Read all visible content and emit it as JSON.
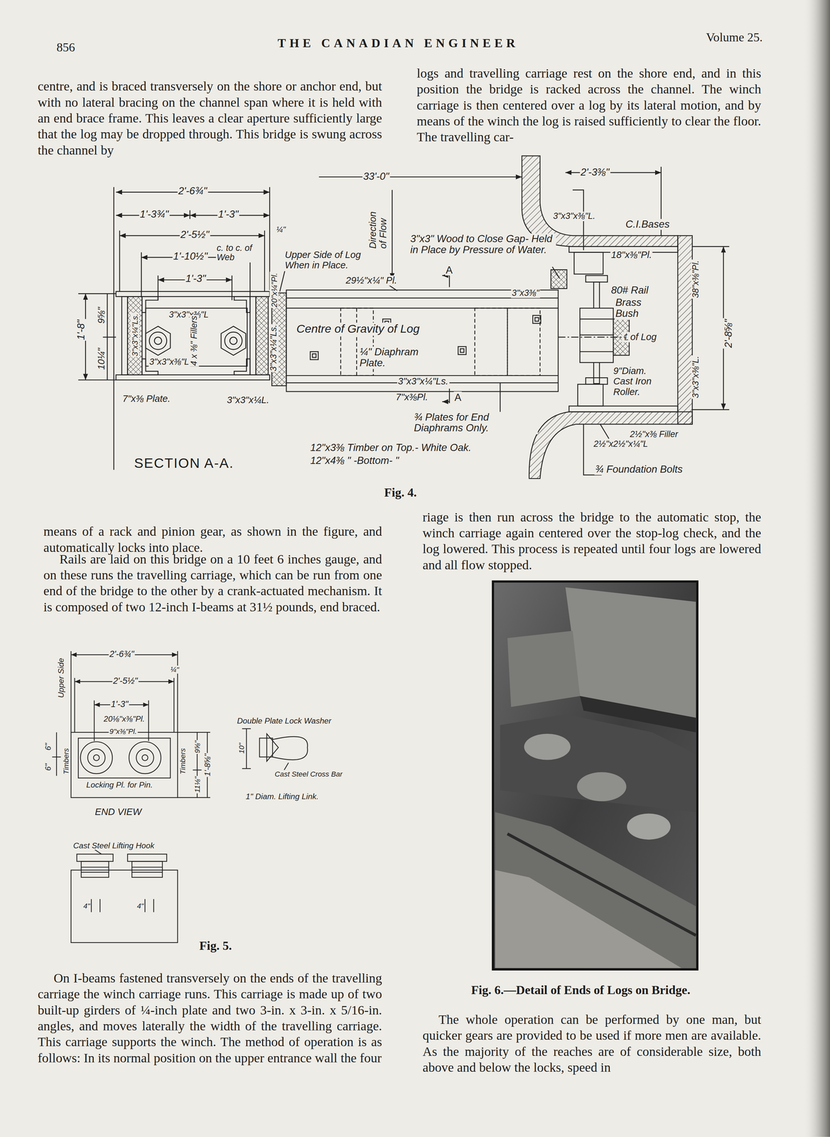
{
  "diagram": {
    "title": "THE CANADIAN ENGINEER",
    "labels": [
      "856",
      "Volume 25.",
      "centre, and is braced transversely on the shore or anchor end, but with no lateral bracing on the channel span where it is held with an end brace frame. This leaves a clear aperture sufficiently large that the log may be dropped through. This bridge is swung across the channel by",
      "logs and travelling carriage rest on the shore end, and in this position the bridge is racked across the channel. The winch carriage is then centered over a log by its lateral motion, and by means of the winch the log is raised sufficiently to clear the floor. The travelling car-",
      "means of a rack and pinion gear, as shown in the figure, and automatically locks into place.",
      "Rails are laid on this bridge on a 10 feet 6 inches gauge, and on these runs the travelling carriage, which can be run from one end of the bridge to the other by a crank-actuated mechanism. It is composed of two 12-inch I-beams at 31½ pounds, end braced.",
      "riage is then run across the bridge to the automatic stop, the winch carriage again centered over the stop-log check, and the log lowered. This process is repeated until four logs are lowered and all flow stopped.",
      "Fig. 4.",
      "Fig. 5.",
      "Fig. 6.—Detail of Ends of Logs on Bridge.",
      "On I-beams fastened transversely on the ends of the travelling carriage the winch carriage runs. This carriage is made up of two built-up girders of ¼-inch plate and two 3-in. x 3-in. x 5/16-in. angles, and moves laterally the width of the travelling carriage. This carriage supports the winch. The method of operation is as follows: In its normal position on the upper entrance wall the four",
      "The whole operation can be performed by one man, but quicker gears are provided to be used if more men are available. As the majority of the reaches are of considerable size, both above and below the locks, speed in",
      "2'-6¾\"",
      "1'-3¾\"",
      "1'-3\"",
      "2'-5½\"",
      "1'-10½\"",
      "c. to c. of Web",
      "1'-3\"",
      "3\"x3\"x⅜\"L",
      "4 x ⅜\" Fillers",
      "9⅝\"",
      "1'-8\"",
      "10¼\"",
      "3\"x3\"x¼\"Ls.",
      "3\"x3\"x⅜\"L",
      "7\"x⅜ Plate.",
      "3\"x3\"x¼L.",
      "¼\"",
      "3\"x3\"x¼\"Ls.",
      "20\"x¼\"Pl.",
      "Upper Side of Log When in Place.",
      "Direction of Flow",
      "33'-0\"",
      "3\"x3\" Wood to Close Gap- Held in Place by Pressure of Water.",
      "29½\"x¼\" Pl.",
      "A",
      "A",
      "3\"x3⅜\"",
      "Centre of Gravity of Log",
      "¼\" Diaphram Plate.",
      "3\"x3\"x¼\"Ls.",
      "7\"x⅜Pl.",
      "¾ Plates for End Diaphrams Only.",
      "12\"x3⅜ Timber on Top.- White Oak.",
      "12\"x4⅜ \" -Bottom- \"",
      "SECTION A-A.",
      "2'-3⅜\"",
      "3\"x3\"x⅜\"L.",
      "C.I.Bases",
      "18\"x⅜\"Pl.",
      "80# Rail",
      "Brass Bush",
      "℄ of Log",
      "9\"Diam. Cast Iron Roller.",
      "38\"x⅜\"Pl.",
      "2'-8⅝\"",
      "3\"x3\"x⅜\"L.",
      "2½\"x⅜ Filler",
      "2½\"x2½\"x¼\"L",
      "¾ Foundation Bolts",
      "2'-6¾\"",
      "2'-5½\"",
      "1'-3\"",
      "20⅛\"x⅜\"Pl.",
      "9\"x⅜\"Pl.",
      "¼\"",
      "Upper Side",
      "6\"",
      "6\"",
      "Timbers",
      "Timbers",
      "9⅝\"",
      "1'-8⅝\"",
      "11⅛\"",
      "Locking Pl. for Pin.",
      "END VIEW",
      "Double Plate Lock Washer",
      "10\"",
      "Cast Steel Cross Bar",
      "1\" Diam. Lifting Link.",
      "Cast Steel Lifting Hook",
      "4\"",
      "4\""
    ]
  }
}
